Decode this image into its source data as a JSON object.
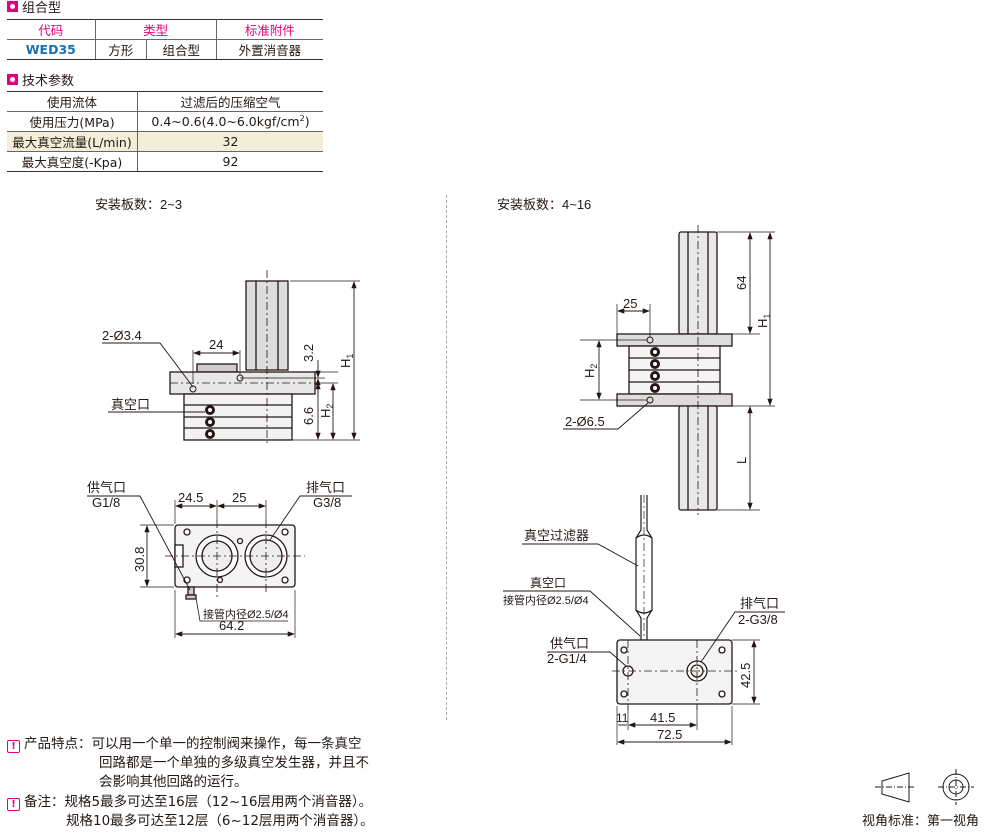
{
  "combination": {
    "title": "组合型",
    "headers": [
      "代码",
      "类型",
      "标准附件"
    ],
    "row": {
      "code": "WED35",
      "type1": "方形",
      "type2": "组合型",
      "accessory": "外置消音器"
    }
  },
  "specs": {
    "title": "技术参数",
    "headers": [
      "使用流体",
      "过滤后的压缩空气"
    ],
    "rows": [
      {
        "label": "使用压力(MPa)",
        "value_main": "0.4~0.6(4.0~6.0kgf/cm",
        "value_sup": "2",
        "value_end": ")"
      },
      {
        "label": "最大真空流量(L/min)",
        "value": "32"
      },
      {
        "label": "最大真空度(-Kpa)",
        "value": "92"
      }
    ]
  },
  "left_drawing": {
    "caption": "安装板数：2~3",
    "hole": "2-Ø3.4",
    "dim_24": "24",
    "dim_3_2": "3.2",
    "dim_6_6": "6.6",
    "dim_h1": "H",
    "dim_h1_sub": "1",
    "dim_h2": "H",
    "dim_h2_sub": "2",
    "vacuum_port": "真空口",
    "supply_port": "供气口",
    "supply_spec": "G1/8",
    "exhaust_port": "排气口",
    "exhaust_spec": "G3/8",
    "dim_24_5": "24.5",
    "dim_25": "25",
    "dim_30_8": "30.8",
    "tube_note": "接管内径Ø2.5/Ø4",
    "dim_64_2": "64.2"
  },
  "right_drawing": {
    "caption": "安装板数：4~16",
    "dim_25": "25",
    "dim_64": "64",
    "dim_h1": "H",
    "dim_h1_sub": "1",
    "dim_h2": "H",
    "dim_h2_sub": "2",
    "hole": "2-Ø6.5",
    "dim_l": "L",
    "filter": "真空过滤器",
    "vacuum_port": "真空口",
    "tube_note": "接管内径Ø2.5/Ø4",
    "exhaust_port": "排气口",
    "exhaust_spec": "2-G3/8",
    "supply_port": "供气口",
    "supply_spec": "2-G1/4",
    "dim_42_5": "42.5",
    "dim_11": "11",
    "dim_41_5": "41.5",
    "dim_72_5": "72.5"
  },
  "notes": {
    "feature_label": "产品特点：",
    "feature_lines": [
      "可以用一个单一的控制阀来操作，每一条真空",
      "回路都是一个单独的多级真空发生器，并且不",
      "会影响其他回路的运行。"
    ],
    "remark_label": "备注：",
    "remark_lines": [
      "规格5最多可达至16层（12~16层用两个消音器）。",
      "规格10最多可达至12层（6~12层用两个消音器）。"
    ]
  },
  "projection": {
    "label": "视角标准：第一视角"
  },
  "colors": {
    "accent": "#e4007f",
    "code_blue": "#1a6fb5",
    "shade": "#f3eed8"
  }
}
